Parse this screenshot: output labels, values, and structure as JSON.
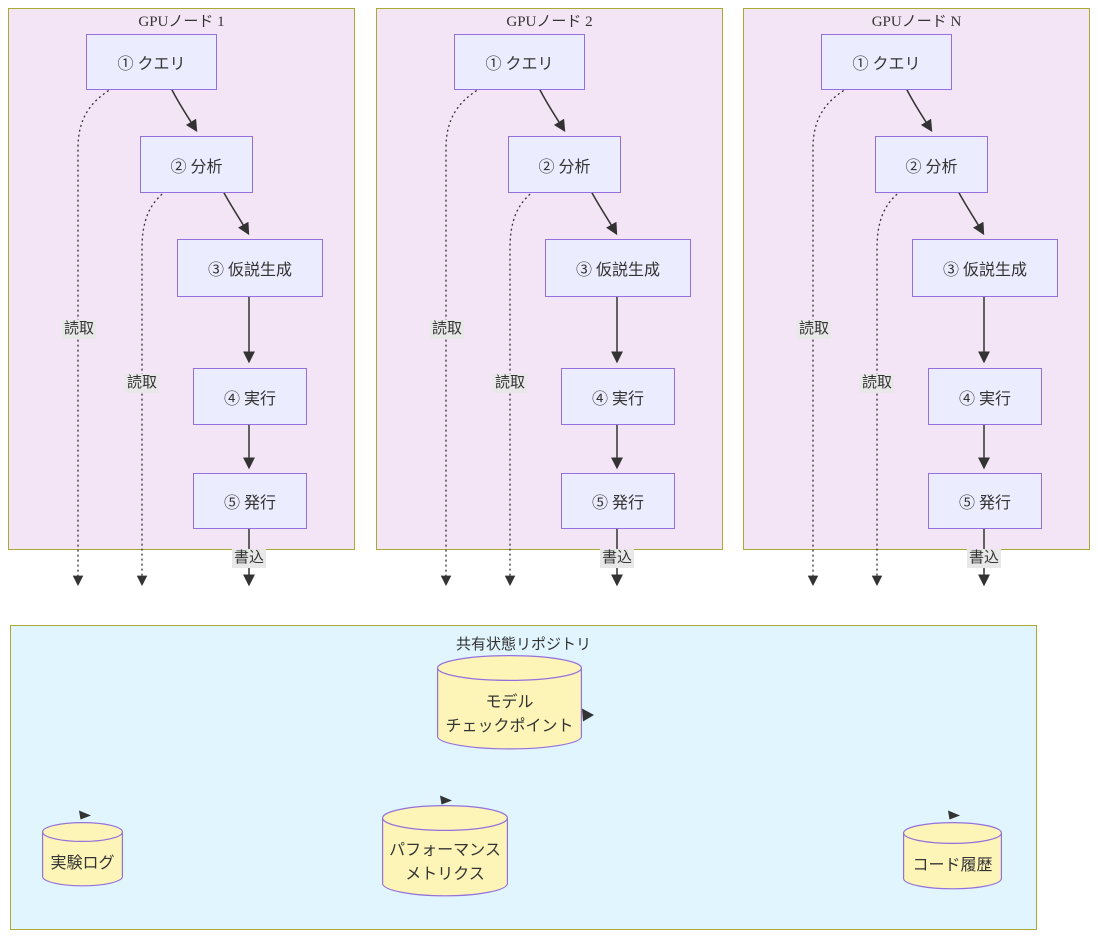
{
  "gpu_nodes": [
    {
      "title": "GPUノード 1"
    },
    {
      "title": "GPUノード 2"
    },
    {
      "title": "GPUノード N"
    }
  ],
  "steps": [
    "① クエリ",
    "② 分析",
    "③ 仮説生成",
    "④ 実行",
    "⑤ 発行"
  ],
  "edge_labels": {
    "read": "読取",
    "write": "書込"
  },
  "repository": {
    "title": "共有状態リポジトリ",
    "stores": [
      {
        "id": "model-checkpoint",
        "lines": [
          "モデル",
          "チェックポイント"
        ]
      },
      {
        "id": "experiment-log",
        "lines": [
          "実験ログ"
        ]
      },
      {
        "id": "performance-metrics",
        "lines": [
          "パフォーマンス",
          "メトリクス"
        ]
      },
      {
        "id": "code-history",
        "lines": [
          "コード履歴"
        ]
      }
    ]
  },
  "colors": {
    "gpu_box_fill": "#f3e5f5",
    "repo_box_fill": "#e1f5fe",
    "cluster_border": "#aaaa33",
    "node_fill": "#ECECFF",
    "node_border": "#9370DB",
    "store_fill": "#fdf5b8",
    "store_border": "#9370DB",
    "edge_line": "#333333",
    "edge_label_bg": "#e8e8e8",
    "text": "#333333"
  }
}
